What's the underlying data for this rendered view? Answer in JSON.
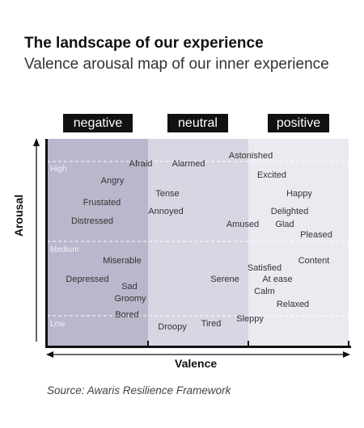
{
  "title": "The landscape of our experience",
  "subtitle": "Valence arousal map of our inner experience",
  "columns": [
    {
      "label": "negative",
      "color": "#b9b7cb"
    },
    {
      "label": "neutral",
      "color": "#d7d6e2"
    },
    {
      "label": "positive",
      "color": "#ebeaf1"
    }
  ],
  "levels": [
    "High",
    "Medium",
    "Low"
  ],
  "axes": {
    "x_label": "Valence",
    "y_label": "Arousal"
  },
  "emotions": [
    {
      "label": "Afraid"
    },
    {
      "label": "Alarmed"
    },
    {
      "label": "Astonished"
    },
    {
      "label": "Angry"
    },
    {
      "label": "Excited"
    },
    {
      "label": "Tense"
    },
    {
      "label": "Happy"
    },
    {
      "label": "Frustated"
    },
    {
      "label": "Annoyed"
    },
    {
      "label": "Delighted"
    },
    {
      "label": "Distressed"
    },
    {
      "label": "Amused"
    },
    {
      "label": "Glad"
    },
    {
      "label": "Pleased"
    },
    {
      "label": "Miserable"
    },
    {
      "label": "Content"
    },
    {
      "label": "Satisfied"
    },
    {
      "label": "Depressed"
    },
    {
      "label": "Serene"
    },
    {
      "label": "At ease"
    },
    {
      "label": "Sad"
    },
    {
      "label": "Calm"
    },
    {
      "label": "Groomy"
    },
    {
      "label": "Relaxed"
    },
    {
      "label": "Bored"
    },
    {
      "label": "Sleppy"
    },
    {
      "label": "Tired"
    },
    {
      "label": "Droopy"
    }
  ],
  "source": "Source: Awaris Resilience Framework"
}
